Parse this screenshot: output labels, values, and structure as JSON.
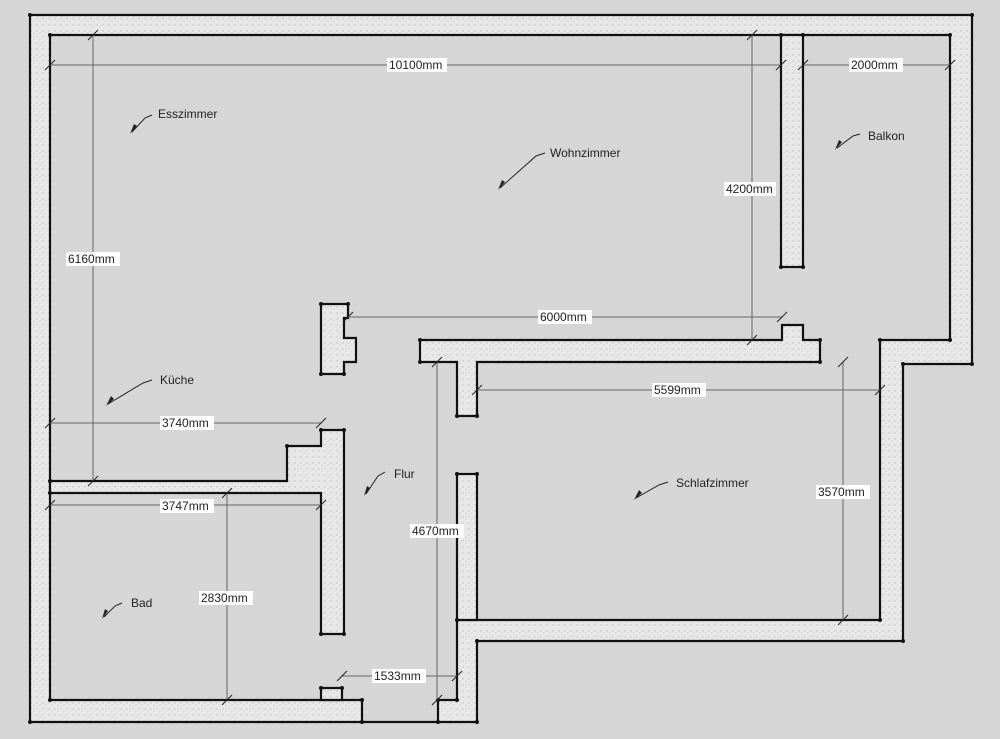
{
  "rooms": {
    "esszimmer": "Esszimmer",
    "wohnzimmer": "Wohnzimmer",
    "balkon": "Balkon",
    "kueche": "Küche",
    "flur": "Flur",
    "schlafzimmer": "Schlafzimmer",
    "bad": "Bad"
  },
  "dimensions": {
    "d10100": "10100mm",
    "d2000": "2000mm",
    "d4200": "4200mm",
    "d6160": "6160mm",
    "d6000": "6000mm",
    "d5599": "5599mm",
    "d3740": "3740mm",
    "d3747": "3747mm",
    "d3570": "3570mm",
    "d4670": "4670mm",
    "d2830": "2830mm",
    "d1533": "1533mm"
  }
}
